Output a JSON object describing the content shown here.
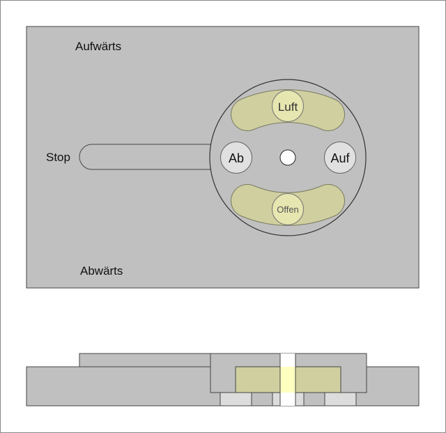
{
  "labels": {
    "up": "Aufwärts",
    "down": "Abwärts",
    "stop": "Stop",
    "ab": "Ab",
    "auf": "Auf",
    "luft": "Luft",
    "offen": "Offen"
  },
  "colors": {
    "plate": "#c0c0c0",
    "stroke": "#404040",
    "slot_fill": "#cfcfa0",
    "port_fill": "#e6e6b0",
    "button_fill": "#e0e0e0",
    "highlight": "#ffffc0"
  }
}
